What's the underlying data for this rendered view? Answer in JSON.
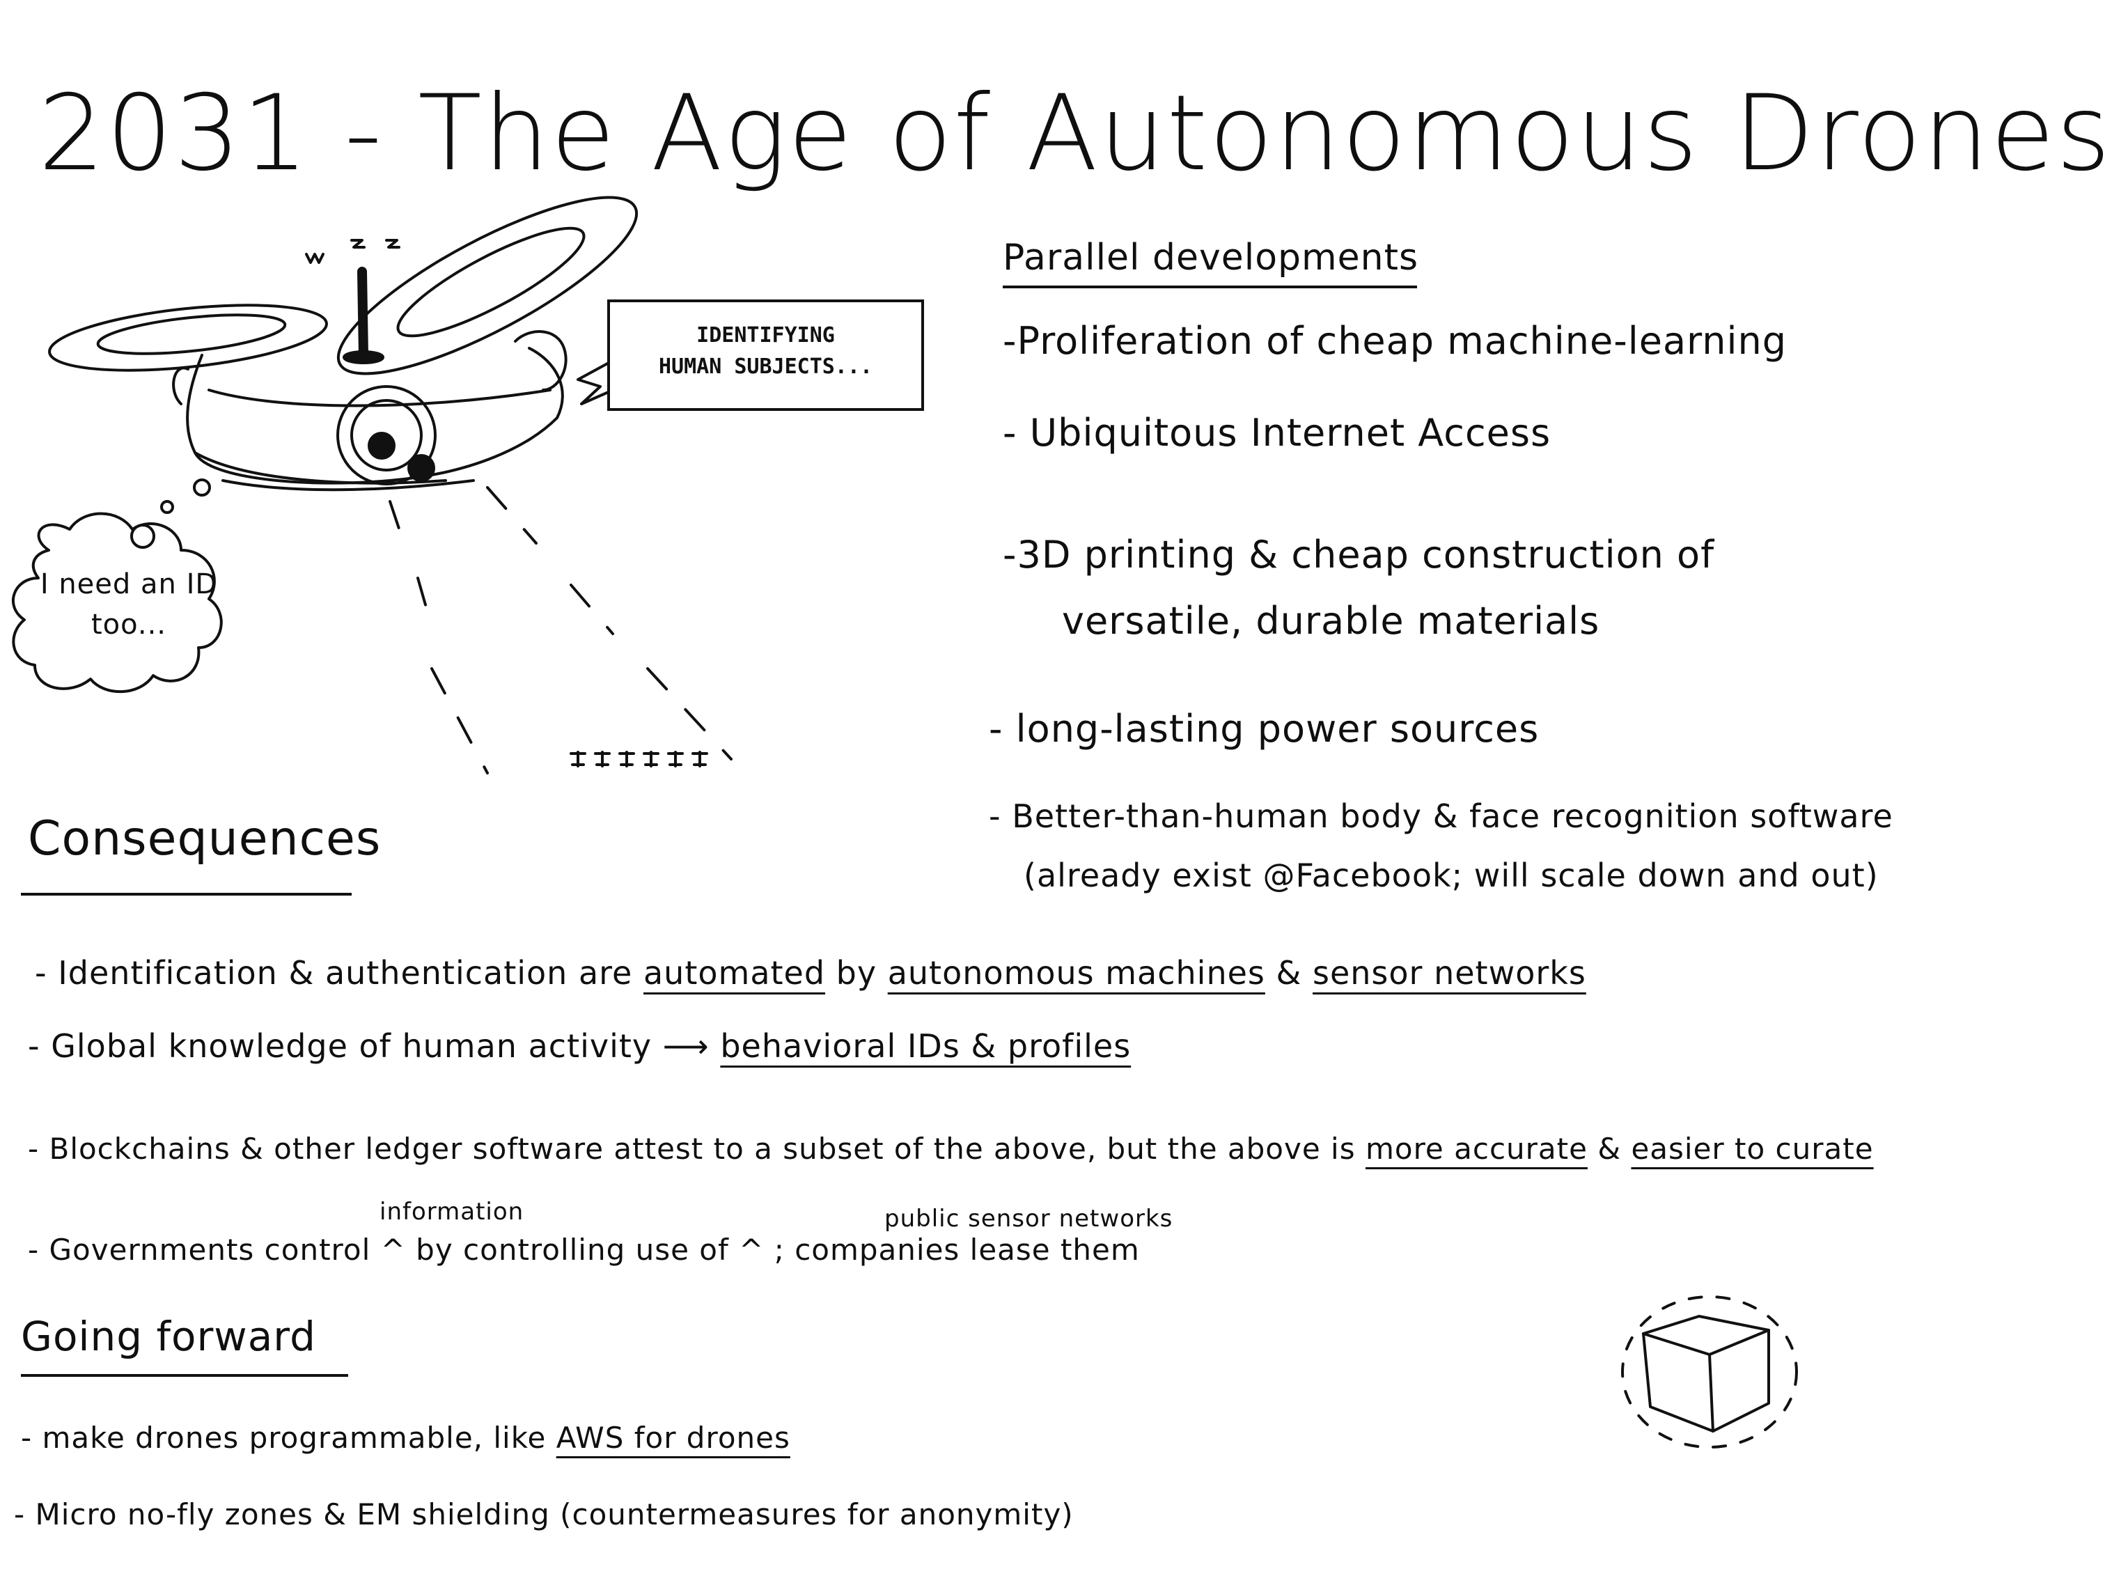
{
  "title": "2031 - The Age of Autonomous Drones",
  "drone_speech": {
    "line1": "IDENTIFYING",
    "line2": "HUMAN SUBJECTS..."
  },
  "thought_bubble": {
    "text": "I need an ID too..."
  },
  "parallel": {
    "heading": "Parallel developments",
    "items": [
      "-Proliferation of cheap machine-learning",
      "- Ubiquitous Internet Access",
      "-3D printing & cheap construction of",
      "versatile, durable materials",
      "- long-lasting power sources",
      "- Better-than-human body & face recognition software",
      "(already exist @Facebook; will scale down and out)"
    ]
  },
  "consequences": {
    "heading": "Consequences",
    "line1": {
      "a": "- Identification & authentication are",
      "b": "automated",
      "c": "by",
      "d": "autonomous machines",
      "e": "&",
      "f": "sensor networks"
    },
    "line2": {
      "a": "- Global knowledge of human activity",
      "arrow": "⟶",
      "b": "behavioral IDs & profiles"
    },
    "line3": {
      "a": "- Blockchains & other ledger software attest to a subset of the above, but the above is",
      "b": "more accurate",
      "c": "&",
      "d": "easier to curate"
    },
    "line4": {
      "caret_note1": "information",
      "caret_note2": "public sensor networks",
      "a": "- Governments control",
      "b": "by controlling use of",
      "c": "; companies lease them"
    }
  },
  "going_forward": {
    "heading": "Going forward",
    "line1": {
      "a": "- make drones programmable, like",
      "b": "AWS for drones"
    },
    "line2": "- Micro no-fly zones & EM shielding (countermeasures for anonymity)"
  }
}
